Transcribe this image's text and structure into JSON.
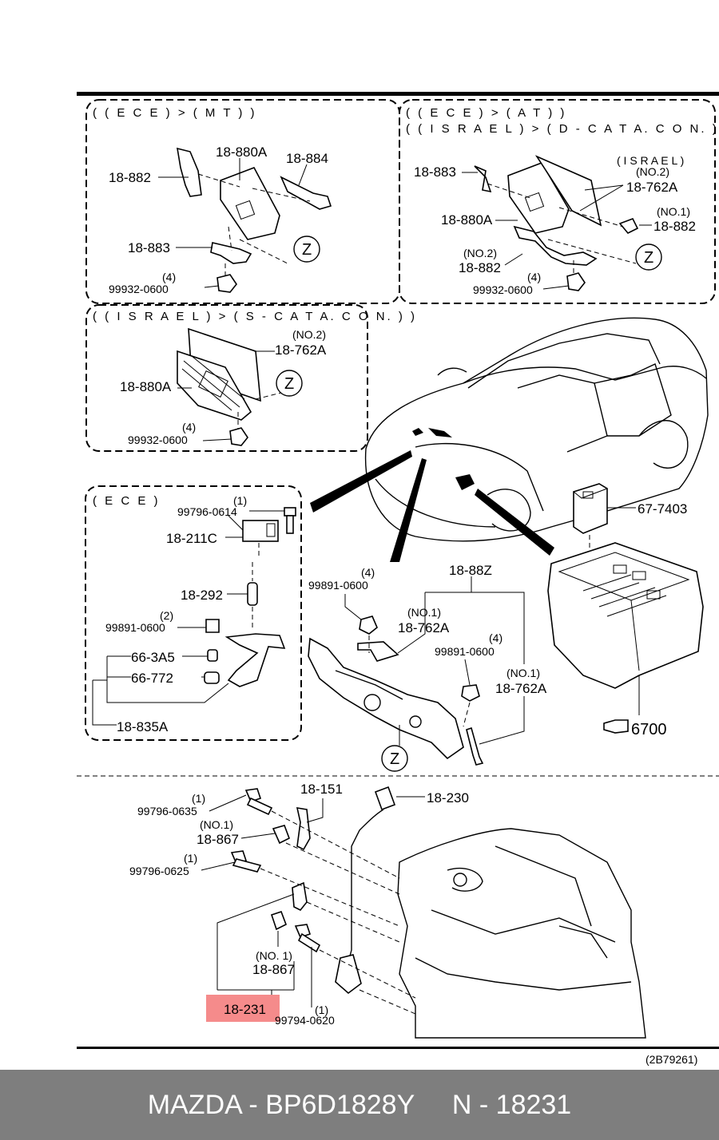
{
  "diagram_ref": "(2B79261)",
  "footer": {
    "title": "MAZDA - BP6D1828Y     N - 18231"
  },
  "sections": {
    "ece_mt": {
      "header": "( ( E C E ) > ( M T ) )"
    },
    "ece_at": {
      "header1": "( ( E C E ) > ( A T ) )",
      "header2": "( ( I S R A E L ) > ( D - C A T A.  C O N. ) )"
    },
    "israel_s": {
      "header": "( ( I S R A E L ) > ( S - C A T A.  C O N. ) )"
    },
    "ece": {
      "header": "( E C E )"
    }
  },
  "labels": {
    "l_18_880A_a": "18-880A",
    "l_18_884": "18-884",
    "l_18_882_a": "18-882",
    "l_18_883_a": "18-883",
    "l_q4_a": "(4)",
    "l_99932_a": "99932-0600",
    "z_a": "Z",
    "l_18_883_b": "18-883",
    "l_israel": "( I S R A E L )",
    "l_no2_a": "(NO.2)",
    "l_18_762A_a": "18-762A",
    "l_18_880A_b": "18-880A",
    "l_no1_a": "(NO.1)",
    "l_18_882_b": "18-882",
    "l_no2_b": "(NO.2)",
    "l_18_882_c": "18-882",
    "l_q4_b": "(4)",
    "l_99932_b": "99932-0600",
    "z_b": "Z",
    "l_no2_c": "(NO.2)",
    "l_18_762A_b": "18-762A",
    "l_18_880A_c": "18-880A",
    "z_c": "Z",
    "l_q4_c": "(4)",
    "l_99932_c": "99932-0600",
    "l_q1_a": "(1)",
    "l_99796_0614": "99796-0614",
    "l_18_211C": "18-211C",
    "l_18_292": "18-292",
    "l_q2": "(2)",
    "l_99891_a": "99891-0600",
    "l_66_3A5": "66-3A5",
    "l_66_772": "66-772",
    "l_18_835A": "18-835A",
    "l_q4_d": "(4)",
    "l_99891_b": "99891-0600",
    "l_18_88Z": "18-88Z",
    "l_no1_b": "(NO.1)",
    "l_18_762A_c": "18-762A",
    "l_q4_e": "(4)",
    "l_99891_c": "99891-0600",
    "l_no1_c": "(NO.1)",
    "l_18_762A_d": "18-762A",
    "z_d": "Z",
    "l_67_7403": "67-7403",
    "l_6700": "6700",
    "l_18_151": "18-151",
    "l_18_230": "18-230",
    "l_q1_b": "(1)",
    "l_99796_0635": "99796-0635",
    "l_no1_d": "(NO.1)",
    "l_18_867_a": "18-867",
    "l_q1_c": "(1)",
    "l_99796_0625": "99796-0625",
    "l_no1_e": "(NO. 1)",
    "l_18_867_b": "18-867",
    "l_18_231": "18-231",
    "l_q1_d": "(1)",
    "l_99794_0620": "99794-0620"
  },
  "colors": {
    "highlight": "#f58b8b",
    "footer_bg": "#7e7e7e",
    "footer_text": "#ffffff"
  }
}
